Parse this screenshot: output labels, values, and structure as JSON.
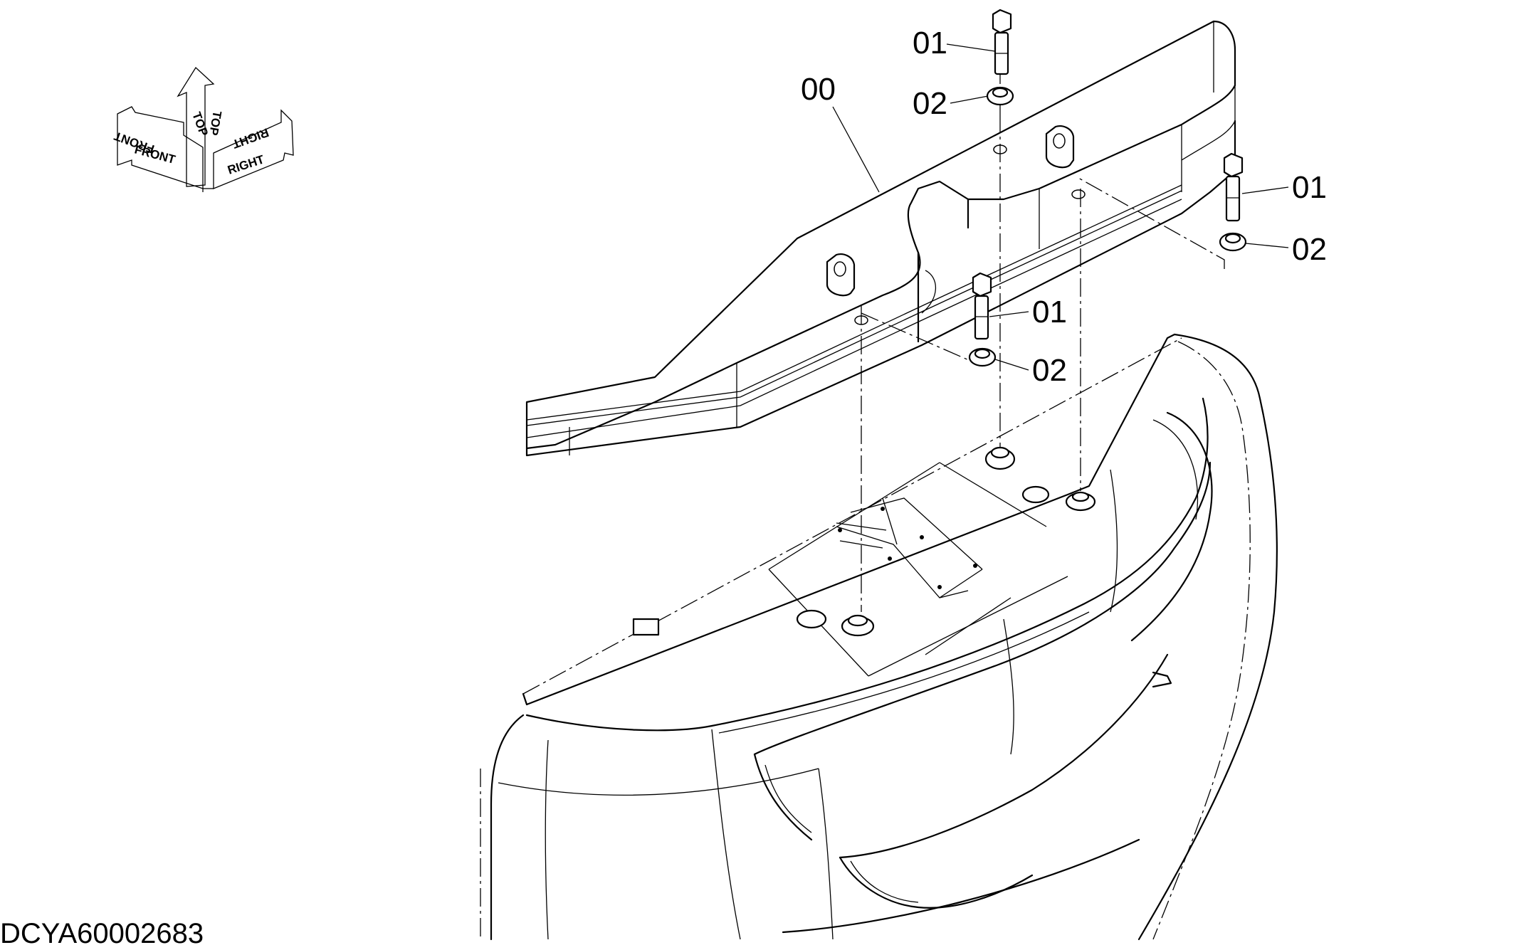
{
  "drawing_number": "DCYA60002683",
  "orientation": {
    "front": "FRONT",
    "top": "TOP",
    "right": "RIGHT"
  },
  "callouts": {
    "counterweight": "00",
    "bolt": "01",
    "washer": "02"
  }
}
